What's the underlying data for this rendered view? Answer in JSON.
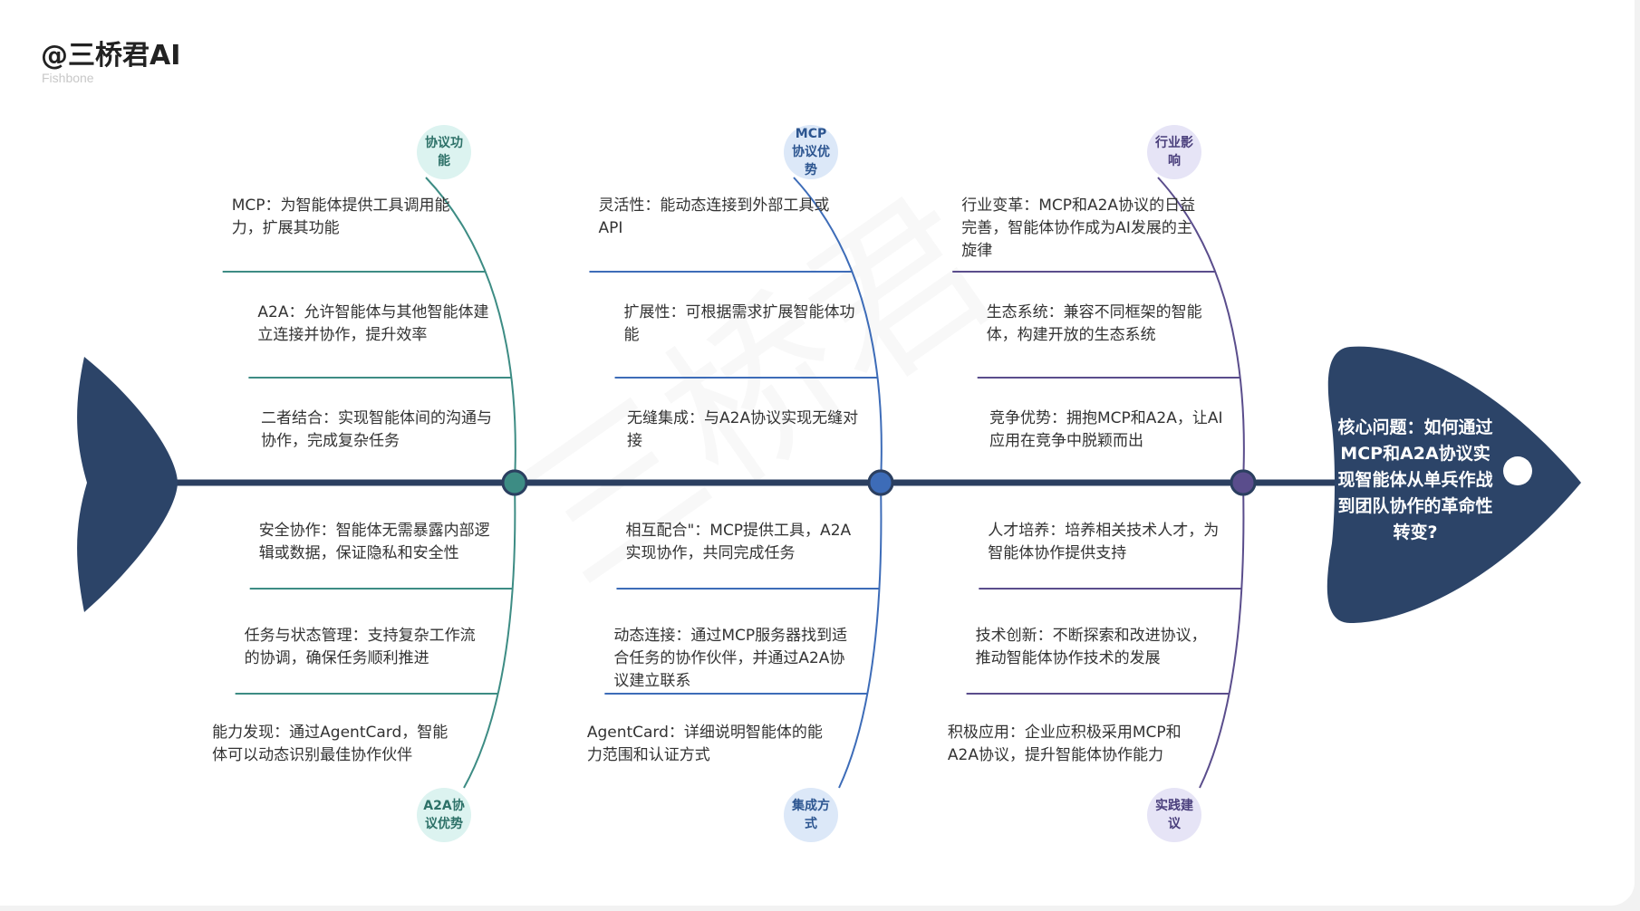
{
  "brand": {
    "title": "@三桥君AI",
    "subtitle": "Fishbone"
  },
  "watermark": "三桥君",
  "problem": "核心问题：如何通过MCP和A2A协议实现智能体从单兵作战到团队协作的革命性转变?",
  "colors": {
    "spine": "#2b3f60",
    "head": "#2c4468",
    "tail": "#2c4468",
    "branches": [
      "#3d8c84",
      "#3d6cb8",
      "#5a4d8c"
    ],
    "category_fills": [
      "#dcf3f0",
      "#dce8f8",
      "#e6e4f6"
    ],
    "category_text": [
      "#2d7168",
      "#2c5590",
      "#4a3f7c"
    ]
  },
  "categories": [
    {
      "label": "协议功能",
      "causes": [
        "MCP：为智能体提供工具调用能力，扩展其功能",
        "A2A：允许智能体与其他智能体建立连接并协作，提升效率",
        "二者结合：实现智能体间的沟通与协作，完成复杂任务"
      ]
    },
    {
      "label": "MCP协议优势",
      "causes": [
        "灵活性：能动态连接到外部工具或API",
        "扩展性：可根据需求扩展智能体功能",
        "无缝集成：与A2A协议实现无缝对接"
      ]
    },
    {
      "label": "行业影响",
      "causes": [
        "行业变革：MCP和A2A协议的日益完善，智能体协作成为AI发展的主旋律",
        "生态系统：兼容不同框架的智能体，构建开放的生态系统",
        "竞争优势：拥抱MCP和A2A，让AI应用在竞争中脱颖而出"
      ]
    },
    {
      "label": "A2A协议优势",
      "causes": [
        "安全协作：智能体无需暴露内部逻辑或数据，保证隐私和安全性",
        "任务与状态管理：支持复杂工作流的协调，确保任务顺利推进",
        "能力发现：通过AgentCard，智能体可以动态识别最佳协作伙伴"
      ]
    },
    {
      "label": "集成方式",
      "causes": [
        "相互配合\"：MCP提供工具，A2A实现协作，共同完成任务",
        "动态连接：通过MCP服务器找到适合任务的协作伙伴，并通过A2A协议建立联系",
        "AgentCard：详细说明智能体的能力范围和认证方式"
      ]
    },
    {
      "label": "实践建议",
      "causes": [
        "人才培养：培养相关技术人才，为智能体协作提供支持",
        "技术创新：不断探索和改进协议，推动智能体协作技术的发展",
        "积极应用：企业应积极采用MCP和A2A协议，提升智能体协作能力"
      ]
    }
  ]
}
